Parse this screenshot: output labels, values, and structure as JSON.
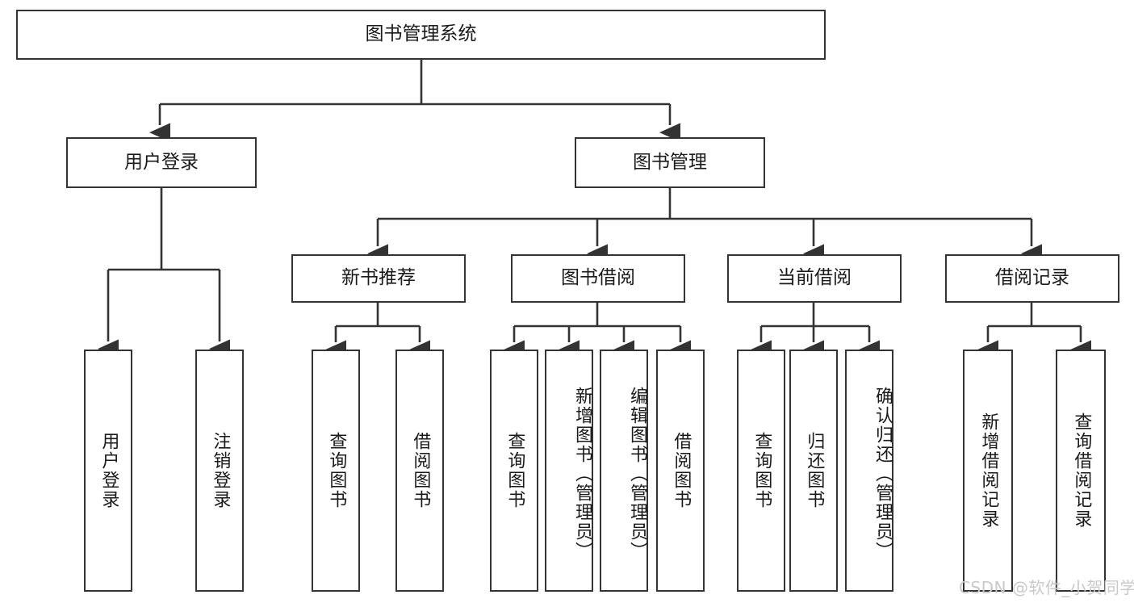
{
  "diagram": {
    "type": "tree-hierarchy",
    "title": "图书管理系统",
    "root": {
      "label": "图书管理系统"
    },
    "level2": [
      {
        "label": "用户登录"
      },
      {
        "label": "图书管理"
      }
    ],
    "level3": [
      {
        "label": "新书推荐"
      },
      {
        "label": "图书借阅"
      },
      {
        "label": "当前借阅"
      },
      {
        "label": "借阅记录"
      }
    ],
    "leaves": {
      "user_login": [
        {
          "label": "用户登录"
        },
        {
          "label": "注销登录"
        }
      ],
      "new_book_recommend": [
        {
          "label": "查询图书"
        },
        {
          "label": "借阅图书"
        }
      ],
      "book_borrow": [
        {
          "label": "查询图书"
        },
        {
          "label": "新增图书（管理员）"
        },
        {
          "label": "编辑图书（管理员）"
        },
        {
          "label": "借阅图书"
        }
      ],
      "current_borrow": [
        {
          "label": "查询图书"
        },
        {
          "label": "归还图书"
        },
        {
          "label": "确认归还（管理员）"
        }
      ],
      "borrow_record": [
        {
          "label": "新增借阅记录"
        },
        {
          "label": "查询借阅记录"
        }
      ]
    }
  },
  "watermark": {
    "text": "CSDN @软件_小贺同学"
  },
  "colors": {
    "border": "#333333",
    "text": "#1a1a1a",
    "background": "#ffffff",
    "watermark": "#c9c9c9"
  }
}
